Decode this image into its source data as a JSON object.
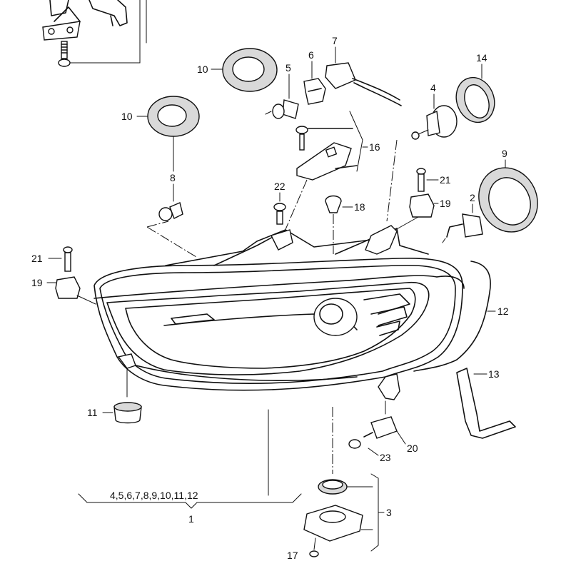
{
  "callouts": {
    "c1": "1",
    "c2": "2",
    "c3": "3",
    "c4": "4",
    "c5": "5",
    "c6": "6",
    "c7": "7",
    "c8": "8",
    "c9": "9",
    "c10a": "10",
    "c10b": "10",
    "c11": "11",
    "c12": "12",
    "c13": "13",
    "c14": "14",
    "c16": "16",
    "c17": "17",
    "c18": "18",
    "c19a": "19",
    "c19b": "19",
    "c20": "20",
    "c21a": "21",
    "c21b": "21",
    "c22": "22",
    "c23": "23",
    "group_1": "4,5,6,7,8,9,10,11,12"
  }
}
